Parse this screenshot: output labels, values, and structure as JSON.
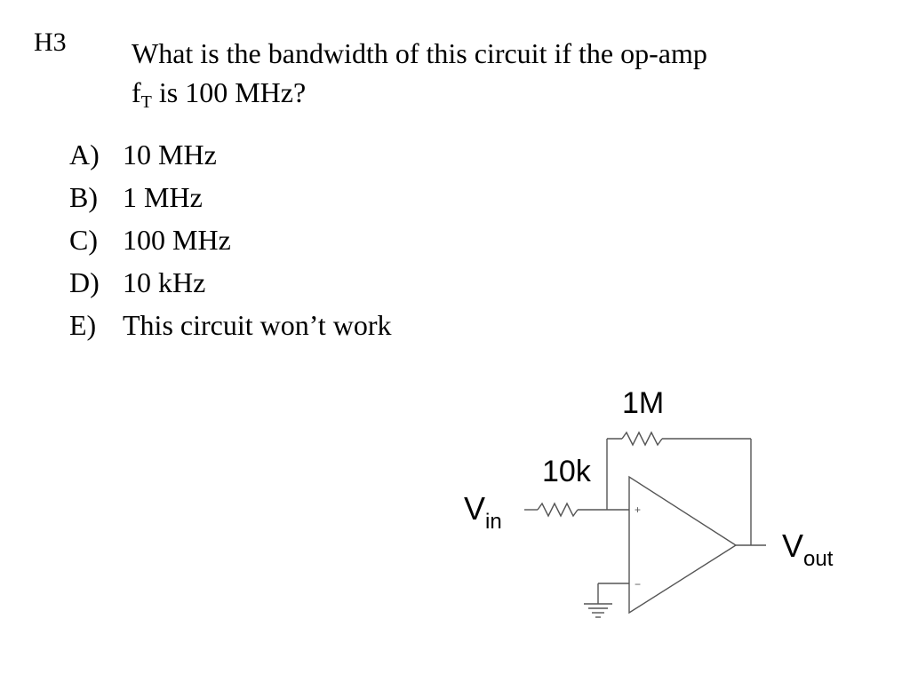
{
  "slide": {
    "label": "H3",
    "question": {
      "line1": "What is the bandwidth of this circuit if the op-amp",
      "symbol_base": "f",
      "symbol_sub": "T",
      "line2_rest": " is 100 MHz?"
    },
    "choices": [
      {
        "letter": "A)",
        "text": "10 MHz"
      },
      {
        "letter": "B)",
        "text": "1 MHz"
      },
      {
        "letter": "C)",
        "text": "100 MHz"
      },
      {
        "letter": "D)",
        "text": "10 kHz"
      },
      {
        "letter": "E)",
        "text": "This circuit won’t work"
      }
    ]
  },
  "circuit": {
    "feedback_resistor_label": "1M",
    "input_resistor_label": "10k",
    "input_label": {
      "base": "V",
      "sub": "in"
    },
    "output_label": {
      "base": "V",
      "sub": "out"
    },
    "plus_symbol": "+",
    "minus_symbol": "−"
  }
}
